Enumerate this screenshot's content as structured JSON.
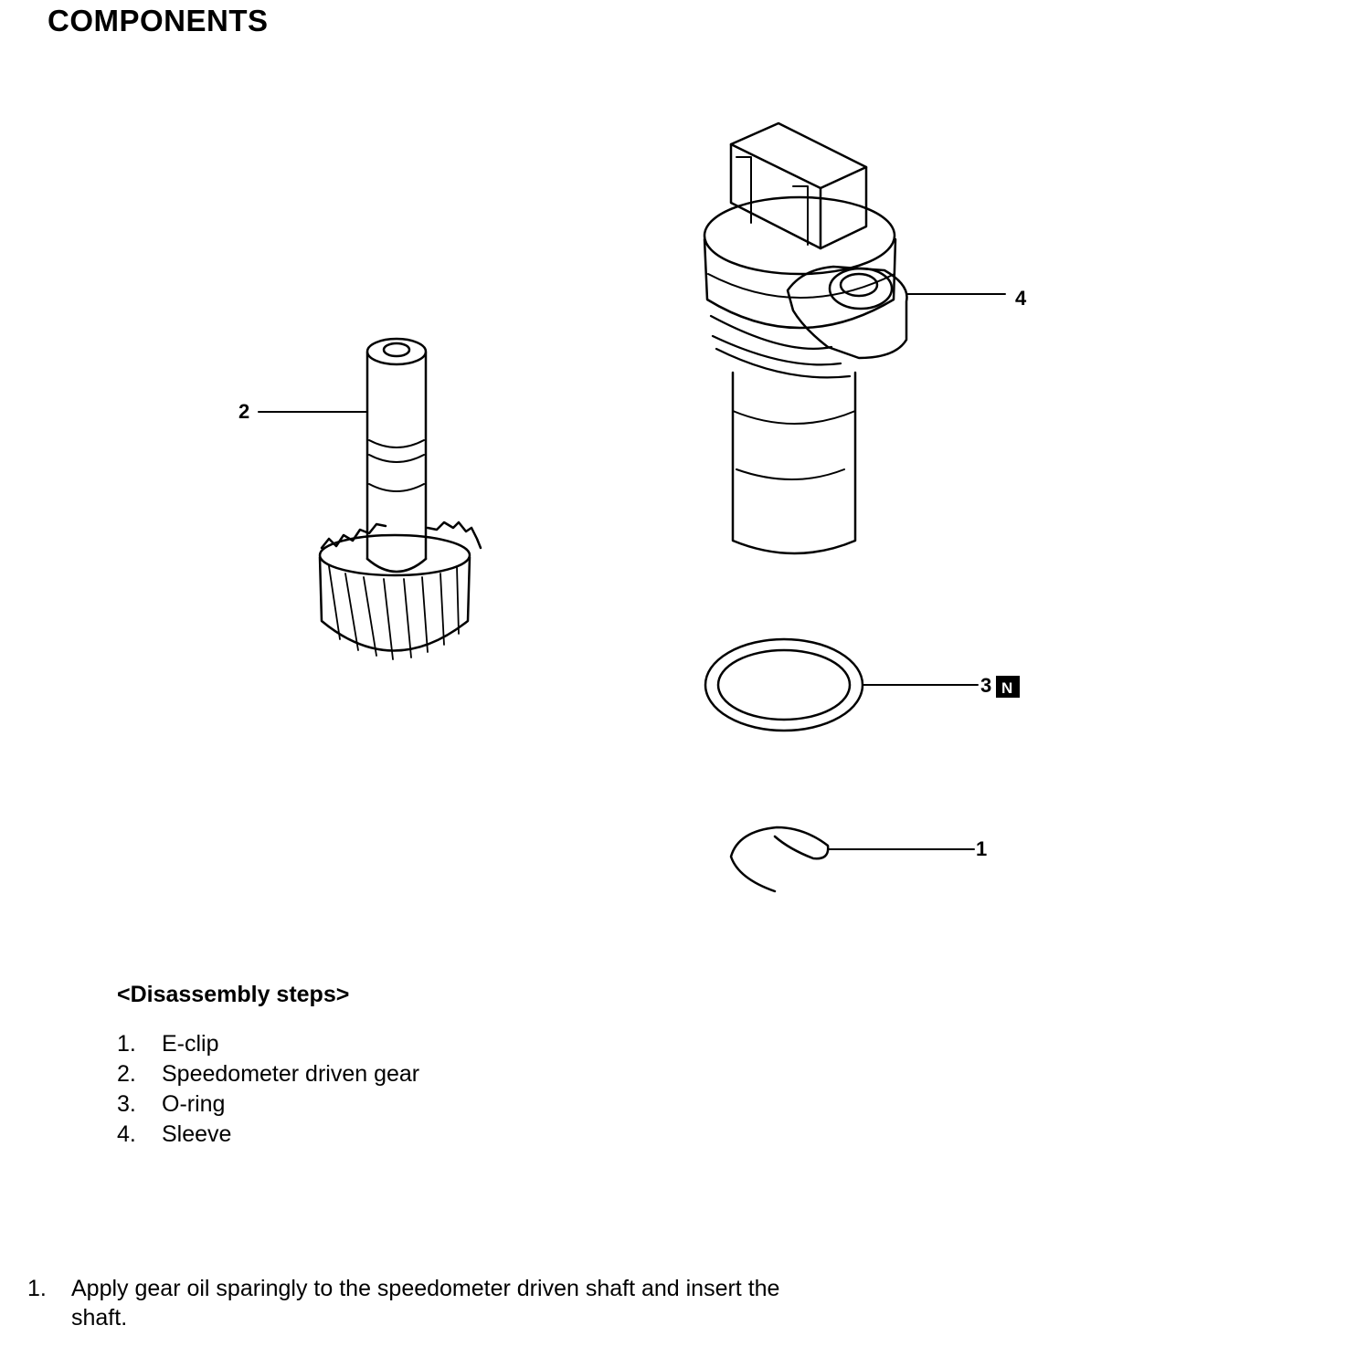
{
  "title": "COMPONENTS",
  "callouts": {
    "c1": "1",
    "c2": "2",
    "c3": "3",
    "c3_badge": "N",
    "c4": "4"
  },
  "disassembly": {
    "heading": "<Disassembly steps>",
    "steps": [
      {
        "num": "1.",
        "label": "E-clip"
      },
      {
        "num": "2.",
        "label": "Speedometer driven gear"
      },
      {
        "num": "3.",
        "label": "O-ring"
      },
      {
        "num": "4.",
        "label": "Sleeve"
      }
    ]
  },
  "note": {
    "num": "1.",
    "text": "Apply gear oil sparingly to the speedometer driven shaft and insert the shaft."
  }
}
